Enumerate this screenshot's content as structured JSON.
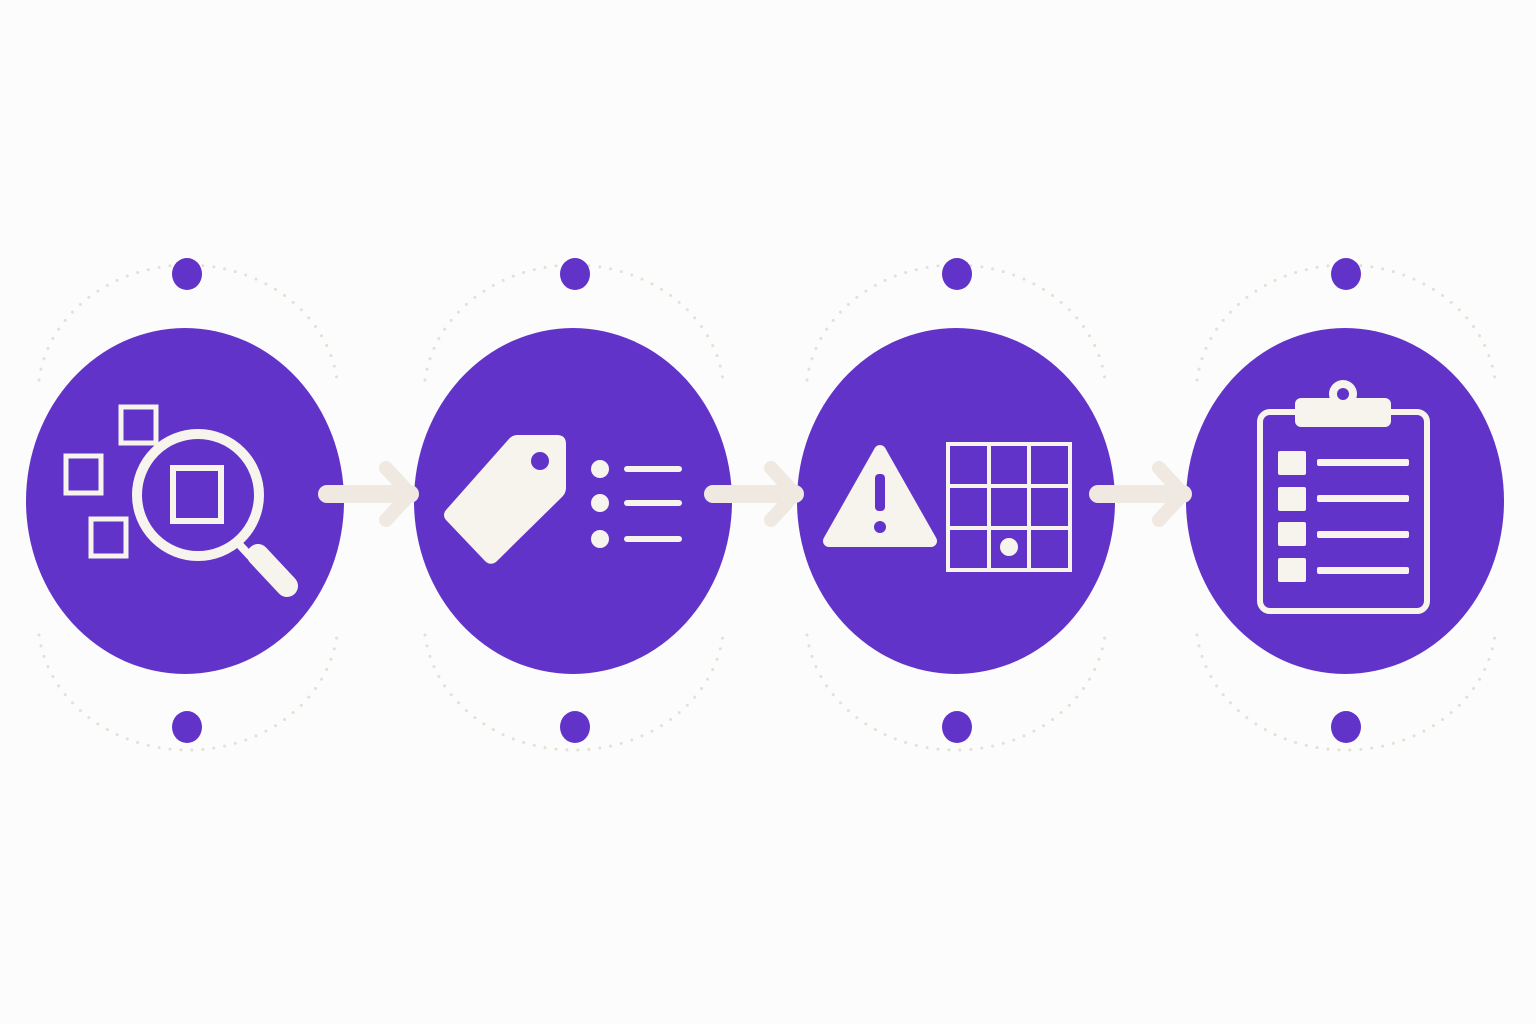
{
  "colors": {
    "background": "#fcfcfc",
    "node_fill": "#6233c8",
    "marker_dot": "#6233c8",
    "icon": "#f7f4ee",
    "connector": "#efe9e1",
    "orbit_dots": "#e6dfd3"
  },
  "steps": [
    {
      "icon": "magnifier-over-squares-icon"
    },
    {
      "icon": "tag-with-list-icon"
    },
    {
      "icon": "warning-triangle-with-grid-icon"
    },
    {
      "icon": "clipboard-checklist-icon"
    }
  ],
  "connectors": [
    {
      "from": 1,
      "to": 2,
      "icon": "arrow-right-icon"
    },
    {
      "from": 2,
      "to": 3,
      "icon": "arrow-right-icon"
    },
    {
      "from": 3,
      "to": 4,
      "icon": "arrow-right-icon"
    }
  ]
}
